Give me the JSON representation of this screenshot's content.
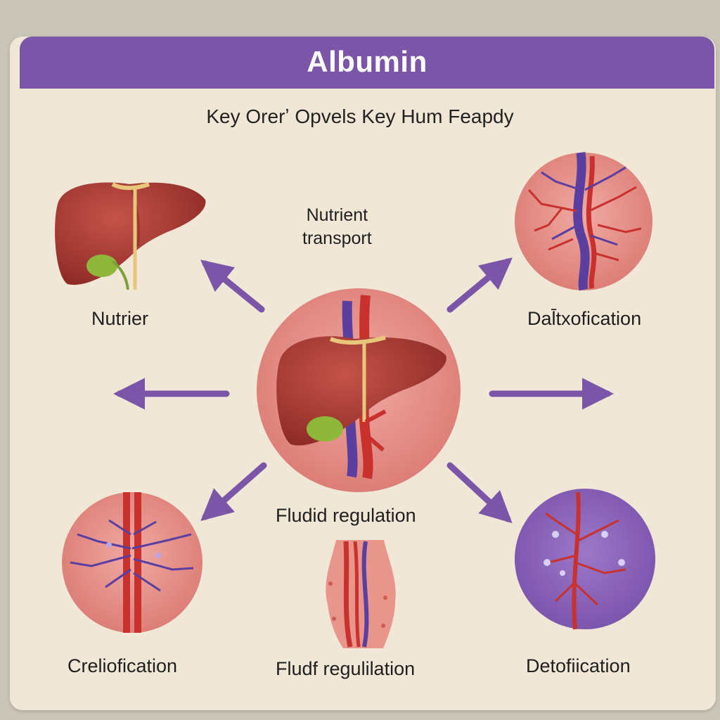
{
  "header": {
    "title": "Albumin"
  },
  "subtitle": "Key Orerʼ Opvels Key Hum Feapdy",
  "labels": {
    "top_center": "Nutrient\ntransport",
    "top_left": "Nutrier",
    "top_right": "Dal̄txofication",
    "center_below": "Fludid regulation",
    "bottom_left": "Creliofication",
    "bottom_center": "Fludf regulilation",
    "bottom_right": "Detofiication"
  },
  "colors": {
    "header": "#7b56a8",
    "arrow": "#7b56a8",
    "liver": "#a83a33",
    "vessel_red": "#c8312d",
    "vessel_blue": "#5a3fa0",
    "circle_pink": "#e28b84",
    "circle_purple": "#8a62b8",
    "background": "#f1e7d6"
  },
  "icons": [
    "liver-icon",
    "vessel-network-icon",
    "arrow-icon"
  ]
}
